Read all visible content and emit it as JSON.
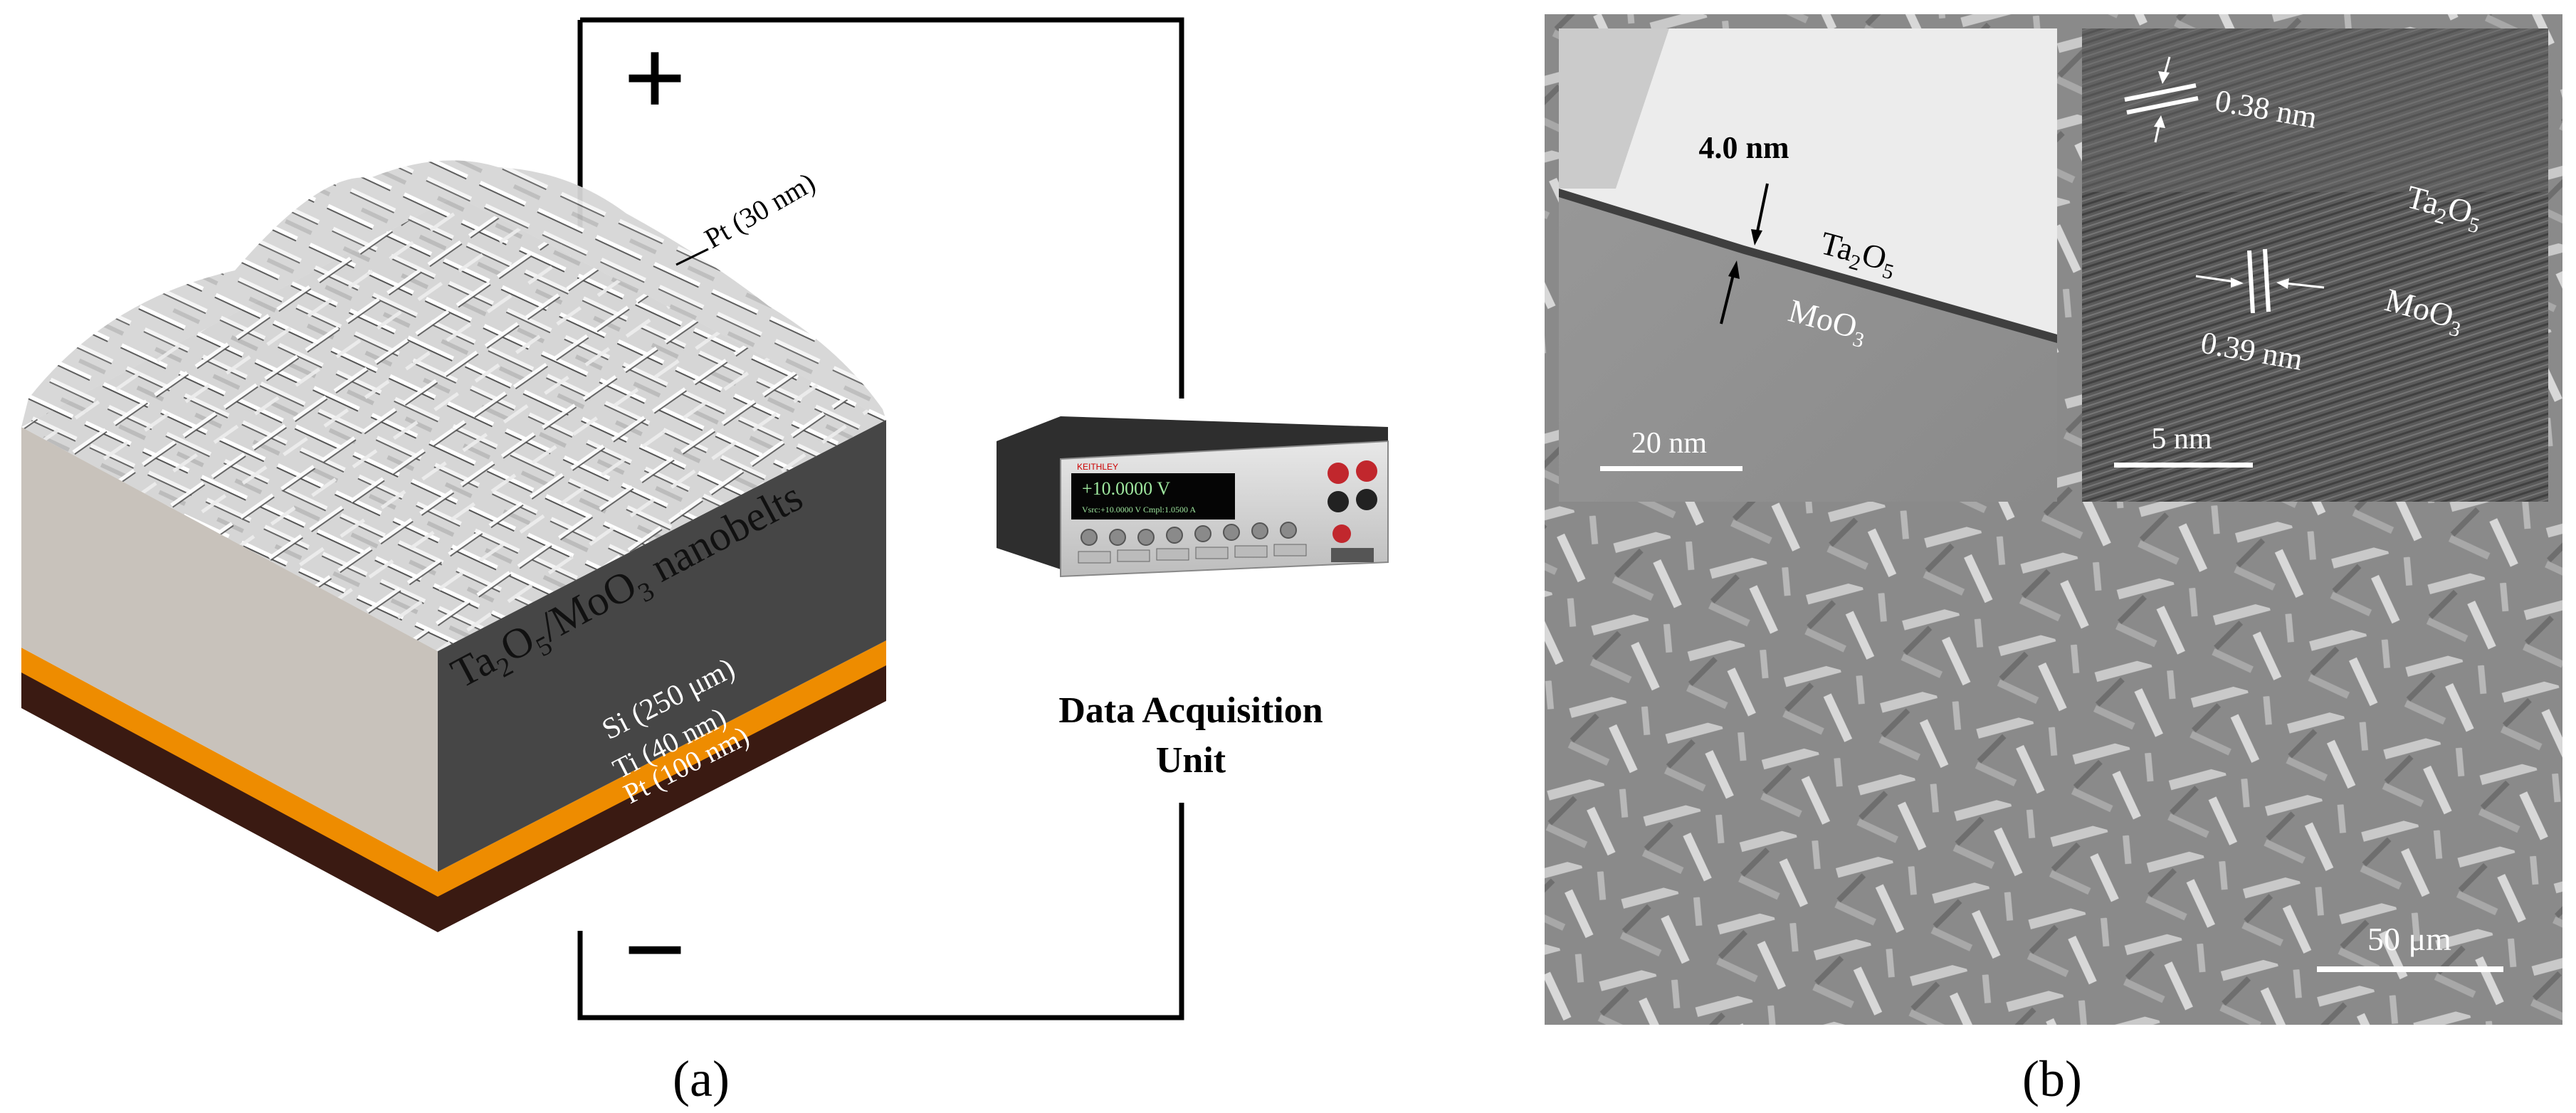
{
  "panel_a": {
    "caption": "(a)",
    "plus_sign": "+",
    "minus_sign": "−",
    "pt_top_label": "Pt (30 nm)",
    "nanobelts_label": {
      "p1": "Ta",
      "s1": "2",
      "p2": "O",
      "s2": "5",
      "p3": "/MoO",
      "s3": "3",
      "p4": " nanobelts"
    },
    "si_label": "Si (250 μm)",
    "ti_label": "Ti (40 nm)",
    "pt_bottom_label": "Pt (100 nm)",
    "daq_label_line1": "Data Acquisition",
    "daq_label_line2": "Unit",
    "instrument": {
      "brand": "KEITHLEY",
      "display_line1": "+10.0000 V",
      "display_line2": "Vsrc:+10.0000 V  Cmpl:1.0500 A"
    }
  },
  "panel_b": {
    "caption": "(b)",
    "tem_left": {
      "thickness_label": "4.0 nm",
      "ta2o5_label": {
        "p1": "Ta",
        "s1": "2",
        "p2": "O",
        "s2": "5"
      },
      "moo3_label": {
        "p1": "MoO",
        "s1": "3"
      },
      "scale_bar": "20 nm"
    },
    "tem_right": {
      "spacing_top": "0.38 nm",
      "spacing_bottom": "0.39 nm",
      "ta2o5_label": {
        "p1": "Ta",
        "s1": "2",
        "p2": "O",
        "s2": "5"
      },
      "moo3_label": {
        "p1": "MoO",
        "s1": "3"
      },
      "scale_bar": "5 nm"
    },
    "sem_scale_bar": "50 μm"
  },
  "colors": {
    "circuit_wire": "#000000",
    "si_front": "#464646",
    "si_side": "#c8c2bb",
    "ti_layer": "#ee8c00",
    "pt_base": "#3a1a12",
    "sem_bg": "#8e8e8e"
  }
}
